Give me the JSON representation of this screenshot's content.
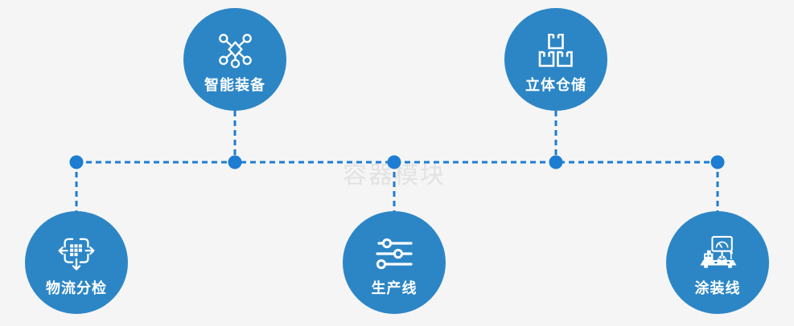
{
  "diagram": {
    "watermark": "容器模块",
    "colors": {
      "background": "#f5f5f5",
      "circle_fill": "#2c86c6",
      "connector": "#1d7dd2",
      "icon_and_text": "#ffffff",
      "watermark_text": "#e2e2e2"
    },
    "nodes": [
      {
        "id": "smart-equipment",
        "label": "智能装备",
        "icon": "network-nodes-icon",
        "row": "top"
      },
      {
        "id": "warehouse",
        "label": "立体仓储",
        "icon": "stacked-boxes-icon",
        "row": "top"
      },
      {
        "id": "logistics-sorting",
        "label": "物流分检",
        "icon": "dispatch-arrows-icon",
        "row": "bottom"
      },
      {
        "id": "production-line",
        "label": "生产线",
        "icon": "sliders-icon",
        "row": "bottom"
      },
      {
        "id": "painting-line",
        "label": "涂装线",
        "icon": "machine-console-icon",
        "row": "bottom"
      }
    ]
  }
}
